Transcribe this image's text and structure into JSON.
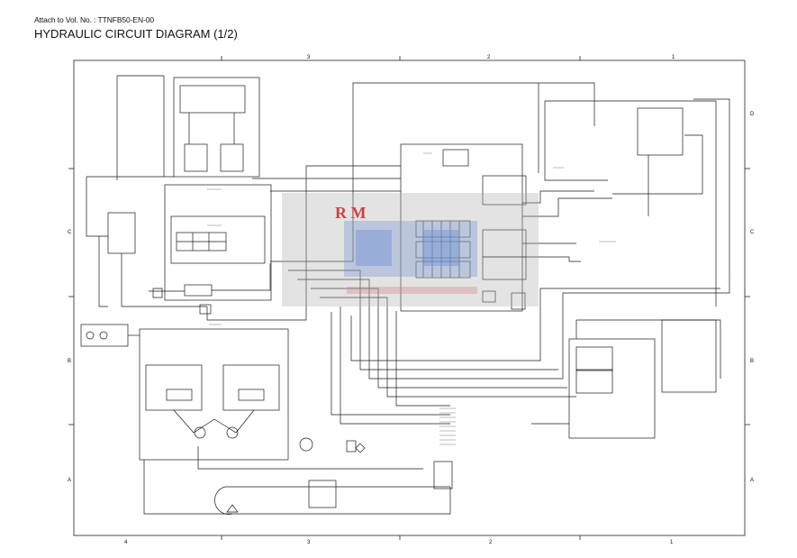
{
  "header": {
    "attach_line": "Attach to Vol. No. : TTNFB50-EN-00",
    "title": "HYDRAULIC CIRCUIT DIAGRAM (1/2)"
  },
  "frame": {
    "top_zones": [
      "3",
      "2",
      "1"
    ],
    "bottom_zones": [
      "4",
      "3",
      "2",
      "1"
    ],
    "left_rows": [
      "C",
      "B",
      "A"
    ],
    "right_rows": [
      "D",
      "C",
      "B",
      "A"
    ]
  },
  "watermark": {
    "text": "R M",
    "color": "#d04040",
    "box_color": "#c8c8c8",
    "logo_color": "#6f8fd0"
  },
  "colors": {
    "line": "#1a1a1a",
    "frame": "#222222"
  }
}
